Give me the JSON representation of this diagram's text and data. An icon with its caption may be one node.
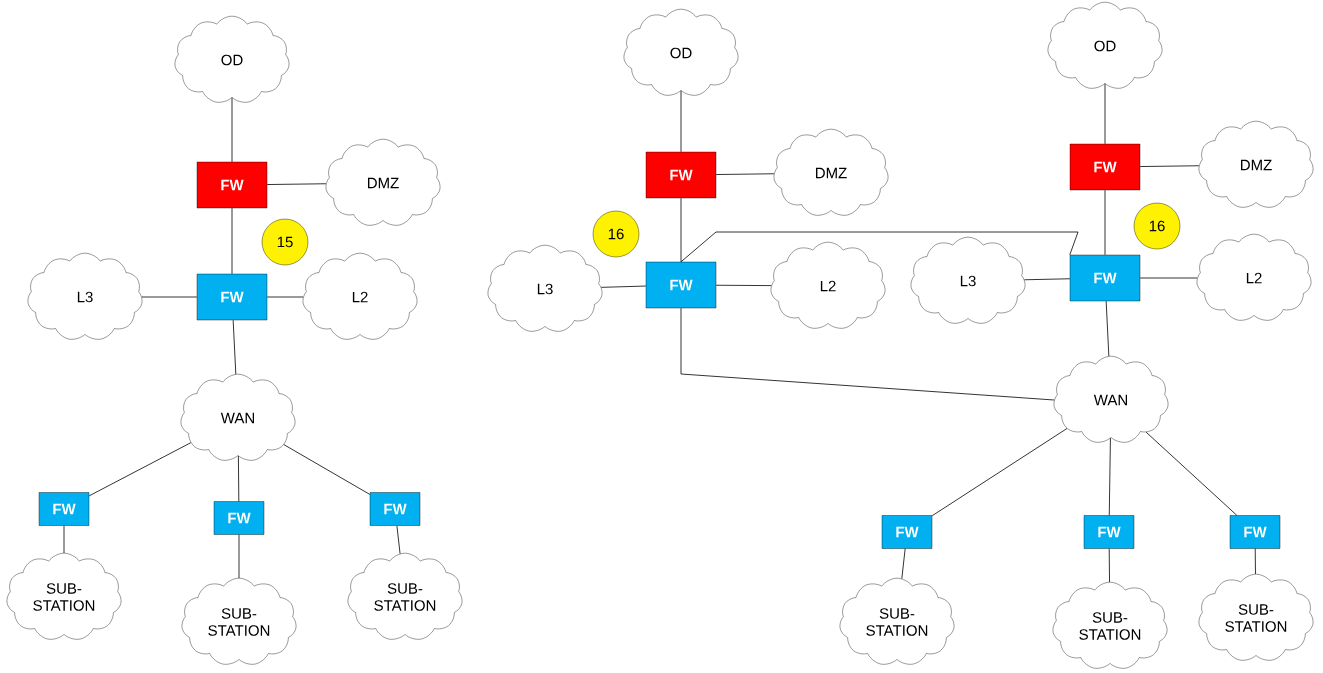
{
  "diagram": {
    "nodes": [
      {
        "text": [
          "OD"
        ]
      },
      {
        "text": [
          "FW"
        ]
      },
      {
        "text": [
          "DMZ"
        ]
      },
      {
        "text": [
          "15"
        ]
      },
      {
        "text": [
          "L3"
        ]
      },
      {
        "text": [
          "FW"
        ]
      },
      {
        "text": [
          "L2"
        ]
      },
      {
        "text": [
          "WAN"
        ]
      },
      {
        "text": [
          "FW"
        ]
      },
      {
        "text": [
          "FW"
        ]
      },
      {
        "text": [
          "FW"
        ]
      },
      {
        "text": [
          "SUB-STATION"
        ]
      },
      {
        "text": [
          "SUB-STATION"
        ]
      },
      {
        "text": [
          "SUB-STATION"
        ]
      },
      {
        "text": [
          "OD"
        ]
      },
      {
        "text": [
          "FW"
        ]
      },
      {
        "text": [
          "DMZ"
        ]
      },
      {
        "text": [
          "16"
        ]
      },
      {
        "text": [
          "L3"
        ]
      },
      {
        "text": [
          "FW"
        ]
      },
      {
        "text": [
          "L2"
        ]
      },
      {
        "text": [
          "OD"
        ]
      },
      {
        "text": [
          "FW"
        ]
      },
      {
        "text": [
          "DMZ"
        ]
      },
      {
        "text": [
          "16"
        ]
      },
      {
        "text": [
          "L3"
        ]
      },
      {
        "text": [
          "FW"
        ]
      },
      {
        "text": [
          "L2"
        ]
      },
      {
        "text": [
          "WAN"
        ]
      },
      {
        "text": [
          "FW"
        ]
      },
      {
        "text": [
          "FW"
        ]
      },
      {
        "text": [
          "FW"
        ]
      },
      {
        "text": [
          "SUB-STATION"
        ]
      },
      {
        "text": [
          "SUB-STATION"
        ]
      },
      {
        "text": [
          "SUB-STATION"
        ]
      }
    ],
    "edges": [
      {
        "from": 0,
        "to": 1,
        "arrow": "none"
      },
      {
        "from": 1,
        "to": 2,
        "arrow": "none"
      },
      {
        "from": 1,
        "to": 5,
        "arrow": "none"
      },
      {
        "from": 4,
        "to": 5,
        "arrow": "none"
      },
      {
        "from": 5,
        "to": 6,
        "arrow": "none"
      },
      {
        "from": 5,
        "to": 7,
        "arrow": "none"
      },
      {
        "from": 7,
        "to": 8,
        "arrow": "none"
      },
      {
        "from": 7,
        "to": 9,
        "arrow": "none"
      },
      {
        "from": 7,
        "to": 10,
        "arrow": "none"
      },
      {
        "from": 8,
        "to": 11,
        "arrow": "none"
      },
      {
        "from": 9,
        "to": 12,
        "arrow": "none"
      },
      {
        "from": 10,
        "to": 13,
        "arrow": "none"
      },
      {
        "from": 14,
        "to": 15,
        "arrow": "none"
      },
      {
        "from": 15,
        "to": 16,
        "arrow": "none"
      },
      {
        "from": 15,
        "to": 19,
        "arrow": "none"
      },
      {
        "from": 18,
        "to": 19,
        "arrow": "none"
      },
      {
        "from": 19,
        "to": 20,
        "arrow": "none"
      },
      {
        "from": 19,
        "to": 26,
        "arrow": "none"
      },
      {
        "from": 19,
        "to": 28,
        "arrow": "none"
      },
      {
        "from": 21,
        "to": 22,
        "arrow": "none"
      },
      {
        "from": 22,
        "to": 23,
        "arrow": "none"
      },
      {
        "from": 22,
        "to": 26,
        "arrow": "none"
      },
      {
        "from": 25,
        "to": 26,
        "arrow": "none"
      },
      {
        "from": 26,
        "to": 27,
        "arrow": "none"
      },
      {
        "from": 26,
        "to": 28,
        "arrow": "none"
      },
      {
        "from": 28,
        "to": 29,
        "arrow": "none"
      },
      {
        "from": 28,
        "to": 30,
        "arrow": "none"
      },
      {
        "from": 28,
        "to": 31,
        "arrow": "none"
      },
      {
        "from": 29,
        "to": 32,
        "arrow": "none"
      },
      {
        "from": 30,
        "to": 33,
        "arrow": "none"
      },
      {
        "from": 31,
        "to": 34,
        "arrow": "none"
      }
    ]
  }
}
